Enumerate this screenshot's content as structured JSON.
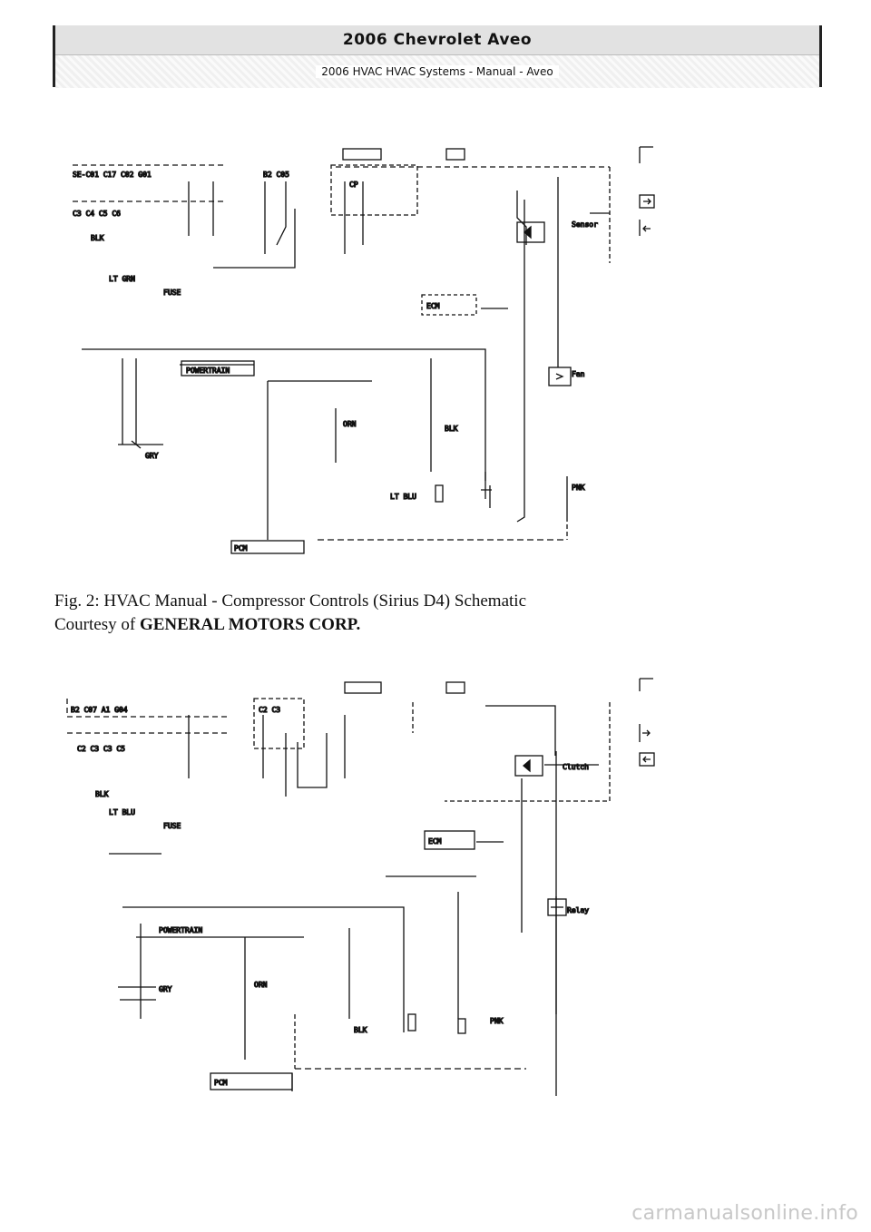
{
  "header": {
    "title": "2006 Chevrolet Aveo",
    "subtitle": "2006 HVAC HVAC Systems - Manual - Aveo"
  },
  "caption": {
    "line1": "Fig. 2: HVAC Manual - Compressor Controls (Sirius D4) Schematic",
    "line2_prefix": "Courtesy of ",
    "line2_org": "GENERAL MOTORS CORP."
  },
  "footer": {
    "url": "carmanualsonline.info"
  }
}
